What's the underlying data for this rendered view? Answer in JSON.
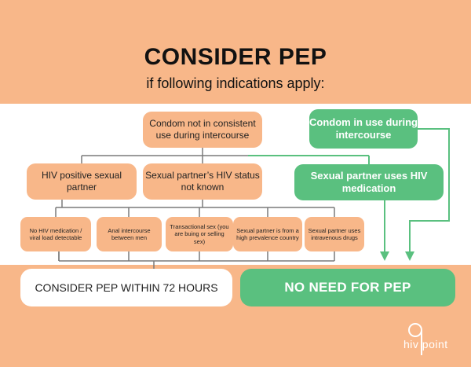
{
  "colors": {
    "background_peach": "#f8b789",
    "panel_white": "#ffffff",
    "accent_green": "#5ac07f",
    "line_gray": "#7a7a7a"
  },
  "header": {
    "title": "CONSIDER PEP",
    "subtitle": "if following indications apply:"
  },
  "flow": {
    "condom_inconsistent": "Condom not in consistent use during intercourse",
    "hiv_positive_partner": "HIV positive sexual partner",
    "partner_status_unknown": "Sexual partner’s HIV status not known",
    "risk_factors": [
      "No HIV medication / viral load detectable",
      "Anal intercourse between men",
      "Transactional sex (you are buing or selling sex)",
      "Sexual partner is from a high prevalence country",
      "Sexual partner uses intravenous drugs"
    ],
    "condom_in_use": "Condom in use during intercourse",
    "partner_uses_medication": "Sexual partner uses HIV medication"
  },
  "outcomes": {
    "consider_pep": "CONSIDER PEP WITHIN 72 HOURS",
    "no_need": "NO NEED FOR PEP"
  },
  "logo": {
    "text": "hiv point",
    "icon": "hivpoint-logo-icon"
  }
}
